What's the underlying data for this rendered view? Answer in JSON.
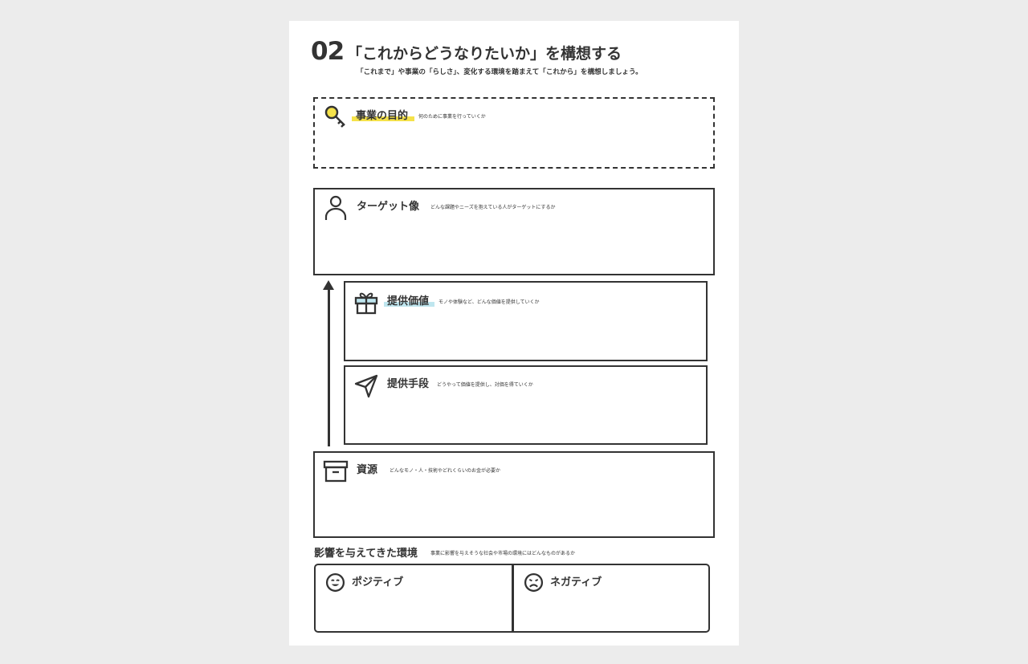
{
  "header": {
    "number": "02",
    "title": "「これからどうなりたいか」を構想する",
    "subtitle": "「これまで」や事業の「らしさ」、変化する環境を踏まえて「これから」を構想しましょう。"
  },
  "sections": {
    "purpose": {
      "title": "事業の目的",
      "desc": "何のために事業を行っていくか",
      "icon": "key-icon"
    },
    "target": {
      "title": "ターゲット像",
      "desc": "どんな課題やニーズを抱えている人がターゲットにするか",
      "icon": "person-icon"
    },
    "value": {
      "title": "提供価値",
      "desc": "モノや体験など、どんな価値を提供していくか",
      "icon": "gift-icon"
    },
    "means": {
      "title": "提供手段",
      "desc": "どうやって価値を提供し、対価を得ていくか",
      "icon": "paper-plane-icon"
    },
    "resources": {
      "title": "資源",
      "desc": "どんなモノ・人・技術やどれくらいのお金が必要か",
      "icon": "archive-box-icon"
    }
  },
  "environment": {
    "title": "影響を与えてきた環境",
    "desc": "事業に影響を与えそうな社会や市場の環境にはどんなものがあるか",
    "positive": {
      "label": "ポジティブ",
      "icon": "smile-icon"
    },
    "negative": {
      "label": "ネガティブ",
      "icon": "frown-icon"
    }
  },
  "colors": {
    "highlight_yellow": "#f5e24a",
    "highlight_blue": "#bfe6ef",
    "ink": "#333333",
    "background": "#ececec"
  }
}
